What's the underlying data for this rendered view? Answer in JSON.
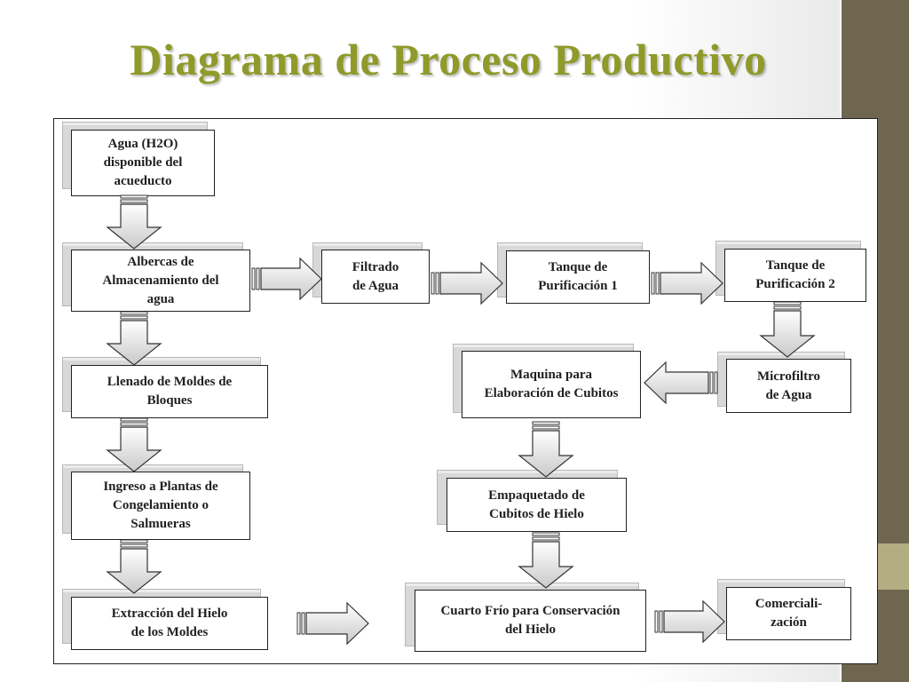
{
  "title": "Diagrama de Proceso Productivo",
  "steps": {
    "agua": "Agua (H2O)\ndisponible del\nacueducto",
    "albercas": "Albercas de\nAlmacenamiento del\nagua",
    "filtrado": "Filtrado\nde Agua",
    "tanque1": "Tanque de\nPurificación 1",
    "tanque2": "Tanque de\nPurificación 2",
    "llenado": "Llenado de Moldes de\nBloques",
    "maquina": "Maquina para\nElaboración de Cubitos",
    "microfiltro": "Microfiltro\nde Agua",
    "ingreso": "Ingreso a Plantas de\nCongelamiento o\nSalmueras",
    "empaquetado": "Empaquetado de\nCubitos de Hielo",
    "extraccion": "Extracción del Hielo\nde los Moldes",
    "cuarto": "Cuarto Frío para Conservación\ndel Hielo",
    "comercializacion": "Comerciali-\nzación"
  }
}
